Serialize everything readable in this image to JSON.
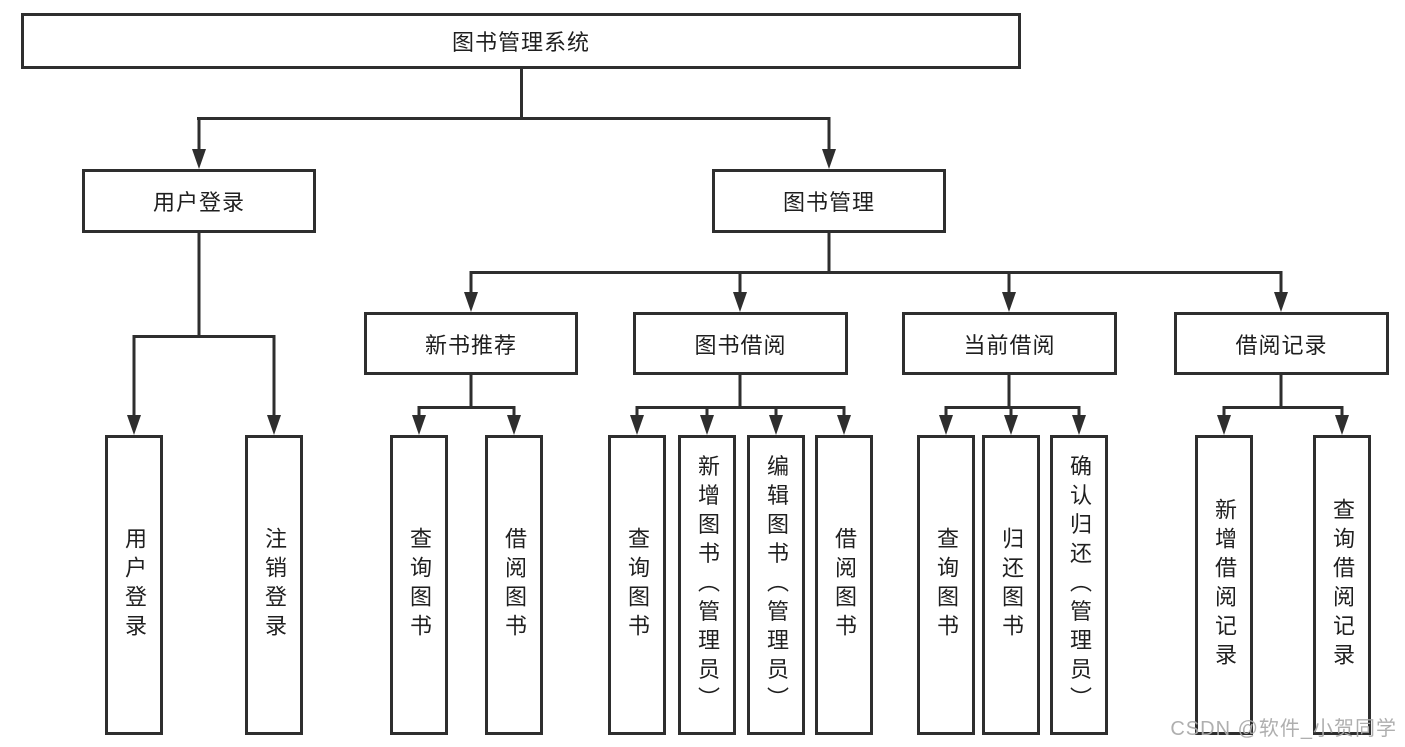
{
  "watermark": "CSDN @软件_小贺同学",
  "colors": {
    "line": "#2e2e2e",
    "text": "#1f1f1f",
    "watermark": "#ababab",
    "background": "#ffffff"
  },
  "tree": {
    "root": {
      "label": "图书管理系统"
    },
    "branches": [
      {
        "label": "用户登录",
        "children": [
          {
            "label": "用户登录"
          },
          {
            "label": "注销登录"
          }
        ]
      },
      {
        "label": "图书管理",
        "children": [
          {
            "label": "新书推荐",
            "children": [
              {
                "label": "查询图书"
              },
              {
                "label": "借阅图书"
              }
            ]
          },
          {
            "label": "图书借阅",
            "children": [
              {
                "label": "查询图书"
              },
              {
                "label": "新增图书（管理员）"
              },
              {
                "label": "编辑图书（管理员）"
              },
              {
                "label": "借阅图书"
              }
            ]
          },
          {
            "label": "当前借阅",
            "children": [
              {
                "label": "查询图书"
              },
              {
                "label": "归还图书"
              },
              {
                "label": "确认归还（管理员）"
              }
            ]
          },
          {
            "label": "借阅记录",
            "children": [
              {
                "label": "新增借阅记录"
              },
              {
                "label": "查询借阅记录"
              }
            ]
          }
        ]
      }
    ]
  }
}
